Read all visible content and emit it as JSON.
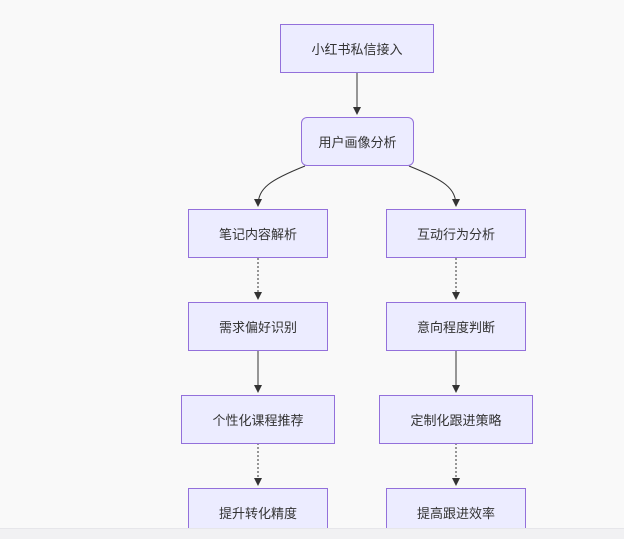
{
  "diagram": {
    "nodes": {
      "n1": "小红书私信接入",
      "n2": "用户画像分析",
      "n3": "笔记内容解析",
      "n4": "互动行为分析",
      "n5": "需求偏好识别",
      "n6": "意向程度判断",
      "n7": "个性化课程推荐",
      "n8": "定制化跟进策略",
      "n9": "提升转化精度",
      "n10": "提高跟进效率"
    },
    "edges": [
      [
        "n1",
        "n2"
      ],
      [
        "n2",
        "n3"
      ],
      [
        "n2",
        "n4"
      ],
      [
        "n3",
        "n5"
      ],
      [
        "n5",
        "n7"
      ],
      [
        "n7",
        "n9"
      ],
      [
        "n4",
        "n6"
      ],
      [
        "n6",
        "n8"
      ],
      [
        "n8",
        "n10"
      ]
    ],
    "colors": {
      "node_fill": "#ececff",
      "node_border": "#9370db",
      "edge": "#333333"
    }
  }
}
